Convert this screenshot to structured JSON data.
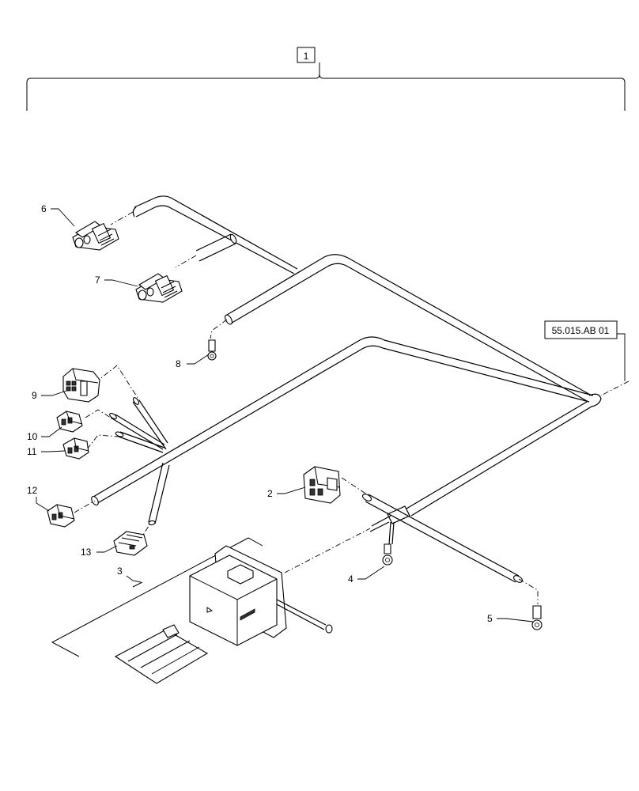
{
  "assembly_label": "1",
  "reference_label": "55.015.AB 01",
  "callouts": {
    "c2": "2",
    "c3": "3",
    "c4": "4",
    "c5": "5",
    "c6": "6",
    "c7": "7",
    "c8": "8",
    "c9": "9",
    "c10": "10",
    "c11": "11",
    "c12": "12",
    "c13": "13"
  }
}
